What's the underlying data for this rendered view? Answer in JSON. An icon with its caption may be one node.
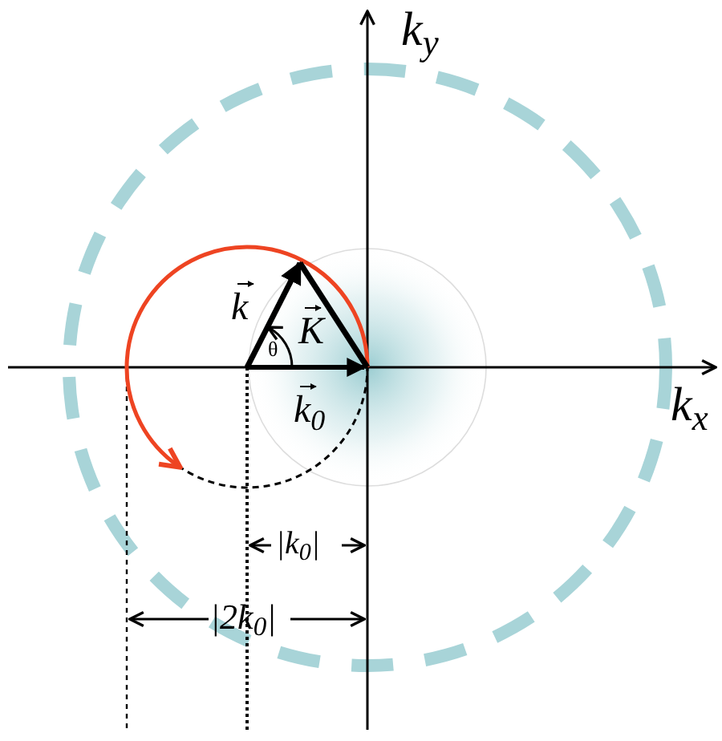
{
  "diagram": {
    "labels": [
      "k$_{y}$",
      "k$_{x}$",
      "k",
      "K",
      "θ",
      "k$_{0}$",
      "|k$_{0}$|",
      "|2k$_{0}$|"
    ]
  }
}
